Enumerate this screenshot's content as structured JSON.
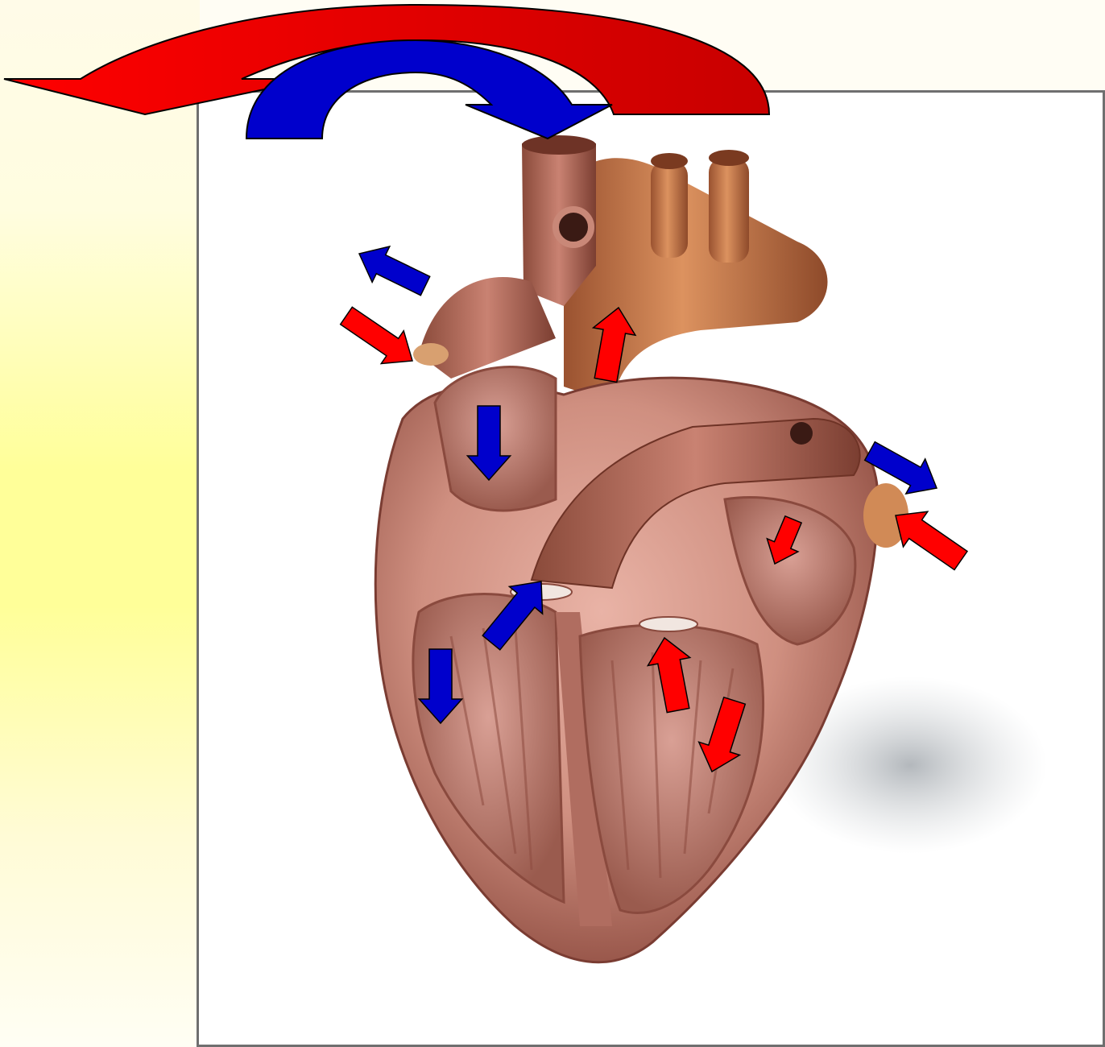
{
  "figure": {
    "subject": "heart-cross-section",
    "colors": {
      "oxygenated": "#ff0000",
      "deoxygenated": "#0000cc",
      "tissue": "#c98878",
      "vessel": "#c9764a",
      "frame_border": "#6f6f6f",
      "side_band": "#ffff99"
    },
    "arrows": [
      {
        "name": "systemic-circuit-arc-arrow",
        "color": "red"
      },
      {
        "name": "pulmonary-circuit-arc-arrow",
        "color": "blue"
      },
      {
        "name": "superior-vena-cava-arrow",
        "color": "blue"
      },
      {
        "name": "pulmonary-vein-left-arrow",
        "color": "red"
      },
      {
        "name": "aorta-outflow-arrow",
        "color": "red"
      },
      {
        "name": "right-atrium-arrow",
        "color": "blue"
      },
      {
        "name": "pulmonary-artery-outflow-arrow",
        "color": "blue"
      },
      {
        "name": "pulmonary-vein-right-arrow",
        "color": "red"
      },
      {
        "name": "left-atrium-arrow",
        "color": "red"
      },
      {
        "name": "pulmonary-valve-arrow",
        "color": "blue"
      },
      {
        "name": "right-ventricle-arrow",
        "color": "blue"
      },
      {
        "name": "aortic-valve-arrow",
        "color": "red"
      },
      {
        "name": "left-ventricle-arrow",
        "color": "red"
      }
    ]
  }
}
